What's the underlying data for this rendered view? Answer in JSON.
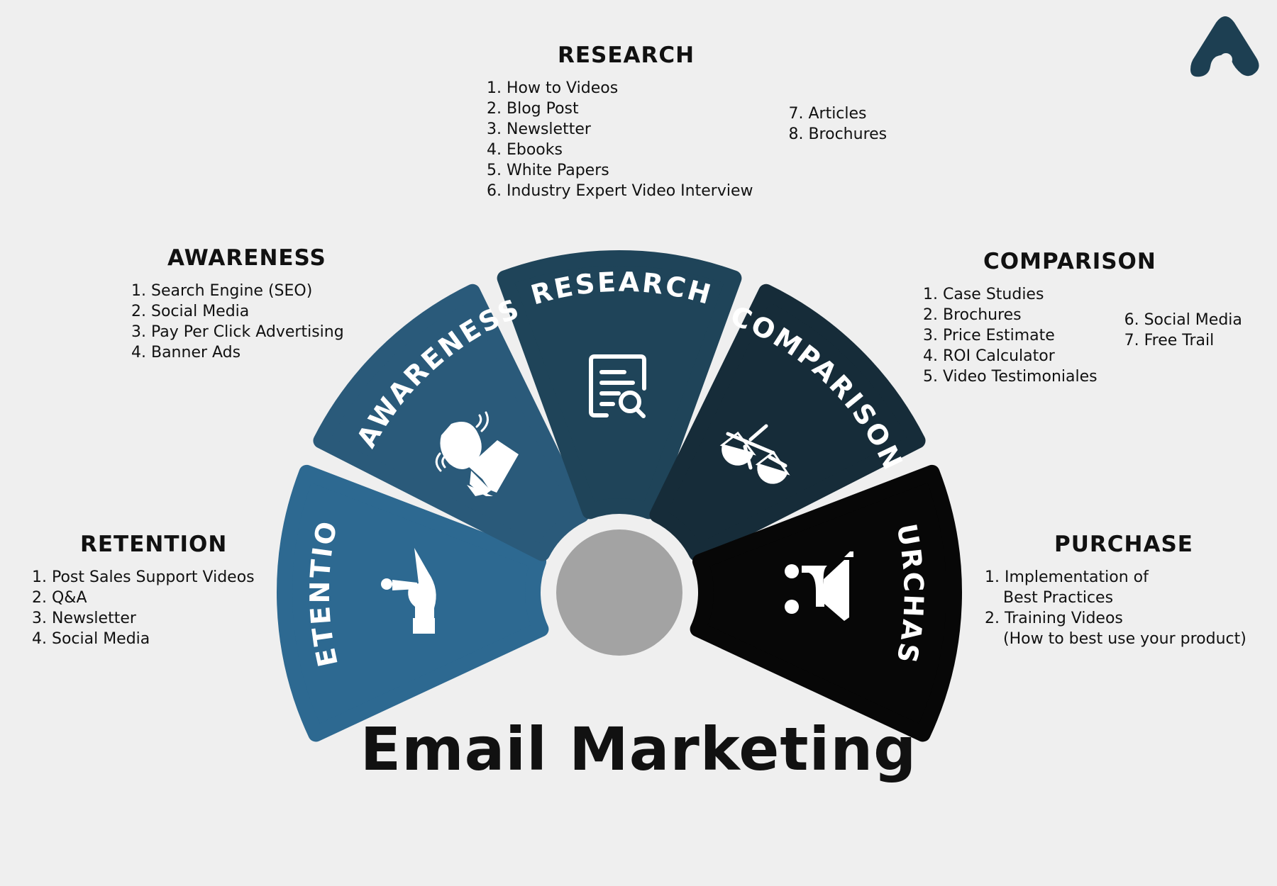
{
  "title": "Email Marketing",
  "colors": {
    "background": "#efefef",
    "retention": "#2d6991",
    "awareness": "#2a5a7a",
    "research": "#1f4459",
    "comparison": "#162c39",
    "purchase": "#070707",
    "hub": "#a3a3a3",
    "logo": "#1d3f52"
  },
  "stages": [
    {
      "key": "retention",
      "label": "RETENTION",
      "icon": "hand-holding-person-icon"
    },
    {
      "key": "awareness",
      "label": "AWARENESS",
      "icon": "person-broadcasting-icon"
    },
    {
      "key": "research",
      "label": "RESEARCH",
      "icon": "document-search-icon"
    },
    {
      "key": "comparison",
      "label": "COMPARISON",
      "icon": "balance-scale-icon"
    },
    {
      "key": "purchase",
      "label": "PURCHASE",
      "icon": "shopping-cart-icon"
    }
  ],
  "panels": {
    "research": {
      "heading": "RESEARCH",
      "col1": [
        "1. How to Videos",
        "2. Blog Post",
        "3. Newsletter",
        "4. Ebooks",
        "5. White Papers",
        "6. Industry Expert Video Interview"
      ],
      "col2": [
        "7. Articles",
        "8. Brochures"
      ]
    },
    "awareness": {
      "heading": "AWARENESS",
      "items": [
        "1. Search Engine (SEO)",
        "2. Social Media",
        "3. Pay Per Click Advertising",
        "4. Banner Ads"
      ]
    },
    "comparison": {
      "heading": "COMPARISON",
      "col1": [
        "1. Case Studies",
        "2. Brochures",
        "3. Price Estimate",
        "4. ROI Calculator",
        "5. Video Testimoniales"
      ],
      "col2": [
        "6. Social Media",
        "7. Free Trail"
      ]
    },
    "retention": {
      "heading": "RETENTION",
      "items": [
        "1. Post Sales Support Videos",
        "2. Q&A",
        "3. Newsletter",
        "4. Social Media"
      ]
    },
    "purchase": {
      "heading": "PURCHASE",
      "items": [
        "1. Implementation of",
        "Best Practices",
        "2. Training Videos",
        "(How to best use your product)"
      ]
    }
  }
}
